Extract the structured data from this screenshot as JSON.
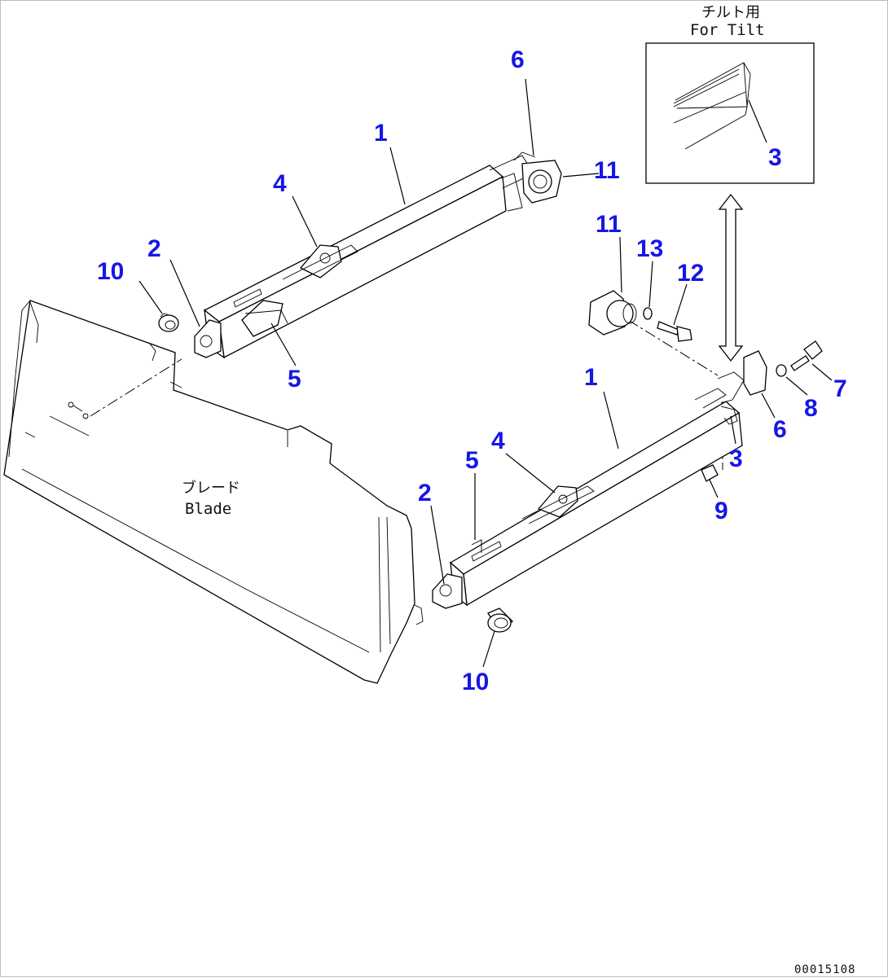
{
  "inset": {
    "label_jp": "チルト用",
    "label_en": "For Tilt"
  },
  "blade": {
    "label_jp": "ブレード",
    "label_en": "Blade"
  },
  "callouts": [
    "1",
    "2",
    "3",
    "4",
    "5",
    "6",
    "7",
    "8",
    "9",
    "10",
    "11",
    "12",
    "13"
  ],
  "drawing_code": "00015108",
  "colors": {
    "callout": "#1616e6",
    "line": "#000000"
  }
}
